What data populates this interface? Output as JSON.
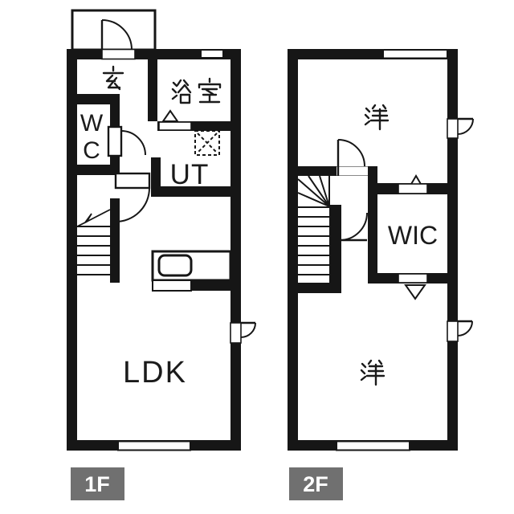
{
  "document": {
    "type": "apartment-floor-plan",
    "style": "black-and-white line drawing, two stacked-floor plans side by side"
  },
  "floor1": {
    "tag": "1F",
    "rooms": {
      "genkan": "玄",
      "bathroom": "浴室",
      "wc": "WC",
      "wc_lines": [
        "W",
        "C"
      ],
      "ut": "UT",
      "ldk": "LDK"
    },
    "symbols": {
      "entrance_porch": "entry porch with outward-swinging door",
      "washer_space": "dashed square with X (washing-machine space)",
      "kitchen_counter": "counter with sink",
      "stairs": "straight stair run with break line",
      "bath_folding_door": "triangle opening marker",
      "windows": [
        "top wall small window",
        "bottom wall wide window",
        "right wall door"
      ]
    }
  },
  "floor2": {
    "tag": "2F",
    "rooms": {
      "yo_upper": "洋",
      "wic": "WIC",
      "yo_lower": "洋"
    },
    "symbols": {
      "stairs": "winder + straight stair run",
      "wic_doors": "triangle opening markers top and bottom",
      "windows": [
        "top wall wide window",
        "bottom wall wide window",
        "two right wall doors"
      ]
    }
  },
  "colors": {
    "wall": "#161616",
    "background": "#ffffff",
    "floor_tag_bg": "#707070",
    "floor_tag_text": "#ffffff"
  }
}
